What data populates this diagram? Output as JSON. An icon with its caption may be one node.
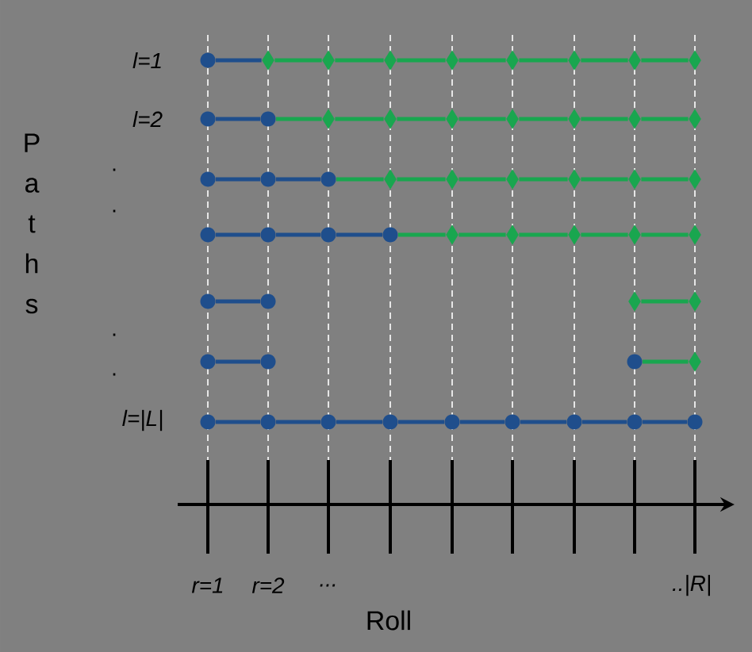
{
  "diagram": {
    "nodes": [
      {
        "text": [],
        "shape": "circle"
      },
      {
        "text": [],
        "shape": "diamond"
      },
      {
        "text": [],
        "shape": "diamond"
      },
      {
        "text": [],
        "shape": "diamond"
      },
      {
        "text": [],
        "shape": "diamond"
      },
      {
        "text": [],
        "shape": "diamond"
      },
      {
        "text": [],
        "shape": "diamond"
      },
      {
        "text": [],
        "shape": "diamond"
      },
      {
        "text": [],
        "shape": "diamond"
      },
      {
        "text": [],
        "shape": "circle"
      },
      {
        "text": [],
        "shape": "circle"
      },
      {
        "text": [],
        "shape": "diamond"
      },
      {
        "text": [],
        "shape": "diamond"
      },
      {
        "text": [],
        "shape": "diamond"
      },
      {
        "text": [],
        "shape": "diamond"
      },
      {
        "text": [],
        "shape": "diamond"
      },
      {
        "text": [],
        "shape": "diamond"
      },
      {
        "text": [],
        "shape": "diamond"
      },
      {
        "text": [],
        "shape": "circle"
      },
      {
        "text": [],
        "shape": "circle"
      },
      {
        "text": [],
        "shape": "circle"
      },
      {
        "text": [],
        "shape": "diamond"
      },
      {
        "text": [],
        "shape": "diamond"
      },
      {
        "text": [],
        "shape": "diamond"
      },
      {
        "text": [],
        "shape": "diamond"
      },
      {
        "text": [],
        "shape": "diamond"
      },
      {
        "text": [],
        "shape": "diamond"
      },
      {
        "text": [],
        "shape": "circle"
      },
      {
        "text": [],
        "shape": "circle"
      },
      {
        "text": [],
        "shape": "circle"
      },
      {
        "text": [],
        "shape": "circle"
      },
      {
        "text": [],
        "shape": "diamond"
      },
      {
        "text": [],
        "shape": "diamond"
      },
      {
        "text": [],
        "shape": "diamond"
      },
      {
        "text": [],
        "shape": "diamond"
      },
      {
        "text": [],
        "shape": "diamond"
      },
      {
        "text": [],
        "shape": "circle"
      },
      {
        "text": [],
        "shape": "circle"
      },
      {
        "text": [],
        "shape": "diamond"
      },
      {
        "text": [],
        "shape": "diamond"
      },
      {
        "text": [],
        "shape": "circle"
      },
      {
        "text": [],
        "shape": "circle"
      },
      {
        "text": [],
        "shape": "circle"
      },
      {
        "text": [],
        "shape": "diamond"
      },
      {
        "text": [],
        "shape": "circle"
      },
      {
        "text": [],
        "shape": "circle"
      },
      {
        "text": [],
        "shape": "circle"
      },
      {
        "text": [],
        "shape": "circle"
      },
      {
        "text": [],
        "shape": "circle"
      },
      {
        "text": [],
        "shape": "circle"
      },
      {
        "text": [],
        "shape": "circle"
      },
      {
        "text": [],
        "shape": "circle"
      },
      {
        "text": [],
        "shape": "circle"
      }
    ],
    "edges": [
      {
        "from": 0,
        "to": 1,
        "arrow": "none",
        "color": "#1f4e8c"
      },
      {
        "from": 1,
        "to": 2,
        "arrow": "none"
      },
      {
        "from": 2,
        "to": 3,
        "arrow": "none"
      },
      {
        "from": 3,
        "to": 4,
        "arrow": "none"
      },
      {
        "from": 4,
        "to": 5,
        "arrow": "none"
      },
      {
        "from": 5,
        "to": 6,
        "arrow": "none"
      },
      {
        "from": 6,
        "to": 7,
        "arrow": "none"
      },
      {
        "from": 7,
        "to": 8,
        "arrow": "none"
      },
      {
        "from": 9,
        "to": 10,
        "arrow": "none",
        "color": "#1f4e8c"
      },
      {
        "from": 10,
        "to": 11,
        "arrow": "none"
      },
      {
        "from": 11,
        "to": 12,
        "arrow": "none"
      },
      {
        "from": 12,
        "to": 13,
        "arrow": "none"
      },
      {
        "from": 13,
        "to": 14,
        "arrow": "none"
      },
      {
        "from": 14,
        "to": 15,
        "arrow": "none"
      },
      {
        "from": 15,
        "to": 16,
        "arrow": "none"
      },
      {
        "from": 16,
        "to": 17,
        "arrow": "none"
      },
      {
        "from": 18,
        "to": 19,
        "arrow": "none",
        "color": "#1f4e8c"
      },
      {
        "from": 19,
        "to": 20,
        "arrow": "none",
        "color": "#1f4e8c"
      },
      {
        "from": 20,
        "to": 21,
        "arrow": "none"
      },
      {
        "from": 21,
        "to": 22,
        "arrow": "none"
      },
      {
        "from": 22,
        "to": 23,
        "arrow": "none"
      },
      {
        "from": 23,
        "to": 24,
        "arrow": "none"
      },
      {
        "from": 24,
        "to": 25,
        "arrow": "none"
      },
      {
        "from": 25,
        "to": 26,
        "arrow": "none"
      },
      {
        "from": 27,
        "to": 28,
        "arrow": "none",
        "color": "#1f4e8c"
      },
      {
        "from": 28,
        "to": 29,
        "arrow": "none",
        "color": "#1f4e8c"
      },
      {
        "from": 29,
        "to": 30,
        "arrow": "none",
        "color": "#1f4e8c"
      },
      {
        "from": 30,
        "to": 31,
        "arrow": "none"
      },
      {
        "from": 31,
        "to": 32,
        "arrow": "none"
      },
      {
        "from": 32,
        "to": 33,
        "arrow": "none"
      },
      {
        "from": 33,
        "to": 34,
        "arrow": "none"
      },
      {
        "from": 34,
        "to": 35,
        "arrow": "none"
      },
      {
        "from": 36,
        "to": 37,
        "arrow": "none",
        "color": "#1f4e8c"
      },
      {
        "from": 38,
        "to": 39,
        "arrow": "none"
      },
      {
        "from": 40,
        "to": 41,
        "arrow": "none",
        "color": "#1f4e8c"
      },
      {
        "from": 42,
        "to": 43,
        "arrow": "none"
      },
      {
        "from": 44,
        "to": 45,
        "arrow": "none",
        "color": "#1f4e8c"
      },
      {
        "from": 45,
        "to": 46,
        "arrow": "none",
        "color": "#1f4e8c"
      },
      {
        "from": 46,
        "to": 47,
        "arrow": "none",
        "color": "#1f4e8c"
      },
      {
        "from": 47,
        "to": 48,
        "arrow": "none",
        "color": "#1f4e8c"
      },
      {
        "from": 48,
        "to": 49,
        "arrow": "none",
        "color": "#1f4e8c"
      },
      {
        "from": 49,
        "to": 50,
        "arrow": "none",
        "color": "#1f4e8c"
      },
      {
        "from": 50,
        "to": 51,
        "arrow": "none",
        "color": "#1f4e8c"
      },
      {
        "from": 51,
        "to": 52,
        "arrow": "none",
        "color": "#1f4e8c"
      }
    ],
    "labels": [
      "l=1",
      "l=2",
      "Paths",
      ".",
      ".",
      ".",
      ".",
      "l=|L|",
      "r=1",
      "r=2",
      "...",
      "..|R|",
      "Roll"
    ]
  }
}
